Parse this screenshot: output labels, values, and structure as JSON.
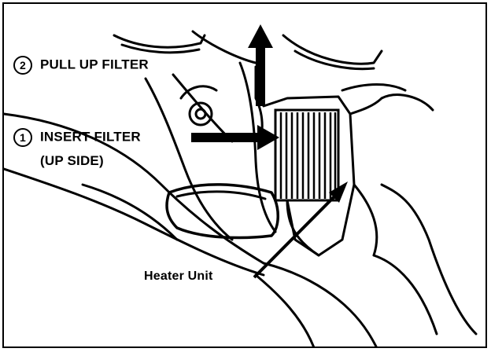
{
  "steps": [
    {
      "number": "2",
      "text": "PULL UP FILTER"
    },
    {
      "number": "1",
      "text": "INSERT FILTER",
      "subtext": "(UP SIDE)"
    }
  ],
  "callout": {
    "text": "Heater Unit"
  },
  "colors": {
    "ink": "#000000",
    "paper": "#ffffff"
  }
}
